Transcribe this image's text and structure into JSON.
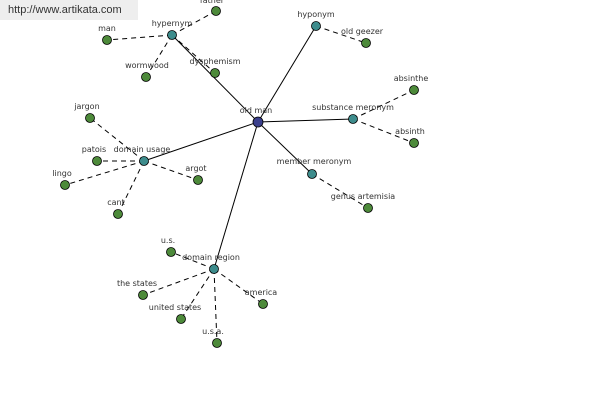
{
  "watermark": "http://www.artikata.com",
  "colors": {
    "center": "#3a3f8c",
    "relation": "#3d8c8c",
    "leaf": "#4d8a3a",
    "edge": "#000000",
    "text": "#333333"
  },
  "graph": {
    "center": {
      "id": "old-man",
      "label": "old man"
    },
    "relations": [
      {
        "id": "hypernym-1",
        "label": "hypernym"
      },
      {
        "id": "hyponym",
        "label": "hyponym"
      },
      {
        "id": "substance-meronym",
        "label": "substance meronym"
      },
      {
        "id": "member-meronym",
        "label": "member meronym"
      },
      {
        "id": "domain-usage",
        "label": "domain usage"
      },
      {
        "id": "domain-region",
        "label": "domain region"
      }
    ],
    "leaves": [
      {
        "id": "father",
        "label": "father",
        "parent": "hypernym-1"
      },
      {
        "id": "man",
        "label": "man",
        "parent": "hypernym-1"
      },
      {
        "id": "wormwood",
        "label": "wormwood",
        "parent": "hypernym-1"
      },
      {
        "id": "dysphemism",
        "label": "dysphemism",
        "parent": "hypernym-1"
      },
      {
        "id": "old-geezer",
        "label": "old geezer",
        "parent": "hyponym"
      },
      {
        "id": "absinthe",
        "label": "absinthe",
        "parent": "substance-meronym"
      },
      {
        "id": "absinth",
        "label": "absinth",
        "parent": "substance-meronym"
      },
      {
        "id": "genus-artemisia",
        "label": "genus artemisia",
        "parent": "member-meronym"
      },
      {
        "id": "jargon",
        "label": "jargon",
        "parent": "domain-usage"
      },
      {
        "id": "patois",
        "label": "patois",
        "parent": "domain-usage"
      },
      {
        "id": "lingo",
        "label": "lingo",
        "parent": "domain-usage"
      },
      {
        "id": "argot",
        "label": "argot",
        "parent": "domain-usage"
      },
      {
        "id": "cant",
        "label": "cant",
        "parent": "domain-usage"
      },
      {
        "id": "us",
        "label": "u.s.",
        "parent": "domain-region"
      },
      {
        "id": "the-states",
        "label": "the states",
        "parent": "domain-region"
      },
      {
        "id": "united-states",
        "label": "united states",
        "parent": "domain-region"
      },
      {
        "id": "usa",
        "label": "u.s.a.",
        "parent": "domain-region"
      },
      {
        "id": "america",
        "label": "america",
        "parent": "domain-region"
      }
    ]
  }
}
